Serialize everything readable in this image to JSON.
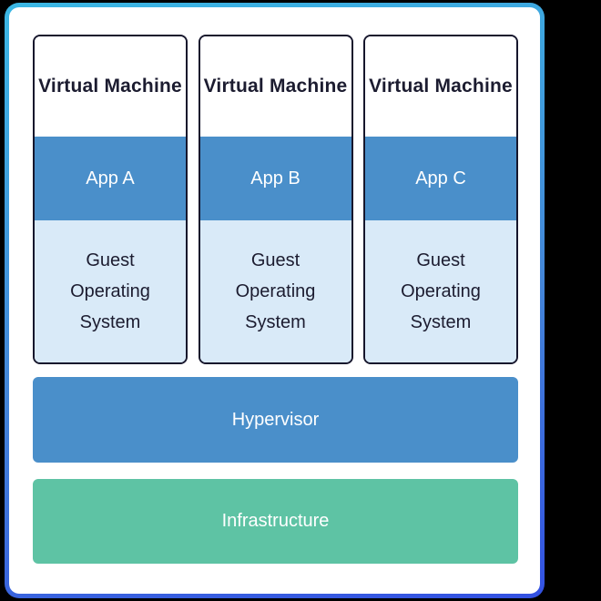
{
  "colors": {
    "page_background": "#000000",
    "card_background": "#ffffff",
    "border_gradient_top": "#3bb7e3",
    "border_gradient_mid": "#4486d8",
    "border_gradient_bottom": "#3351e2",
    "vm_box_border": "#16162c",
    "app_blue": "#4a8fca",
    "guest_os_light_blue": "#d9eaf8",
    "hypervisor_blue": "#4a8fca",
    "infrastructure_green": "#5ec3a4",
    "dark_text": "#1c1c30",
    "light_text": "#ffffff"
  },
  "diagram": {
    "vms": [
      {
        "title": "Virtual Machine",
        "app": "App A",
        "os_lines": [
          "Guest",
          "Operating",
          "System"
        ]
      },
      {
        "title": "Virtual Machine",
        "app": "App B",
        "os_lines": [
          "Guest",
          "Operating",
          "System"
        ]
      },
      {
        "title": "Virtual Machine",
        "app": "App C",
        "os_lines": [
          "Guest",
          "Operating",
          "System"
        ]
      }
    ],
    "hypervisor_label": "Hypervisor",
    "infrastructure_label": "Infrastructure"
  }
}
